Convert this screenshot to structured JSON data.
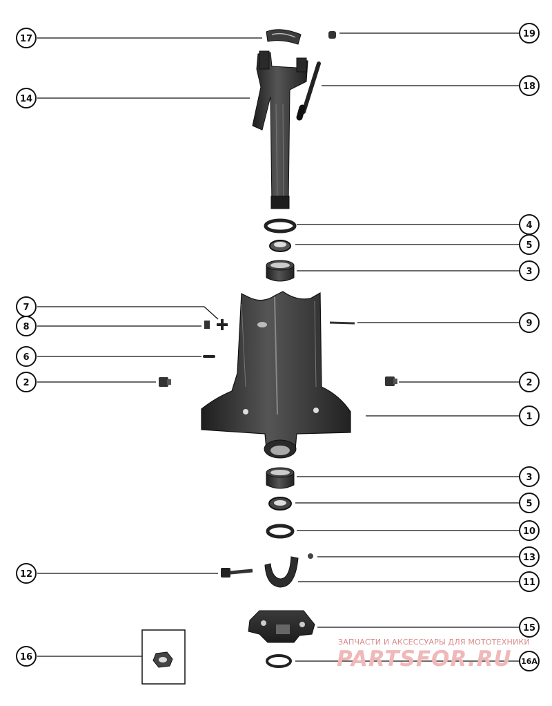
{
  "callouts_left": [
    {
      "id": "c17",
      "label": "17"
    },
    {
      "id": "c14",
      "label": "14"
    },
    {
      "id": "c7",
      "label": "7"
    },
    {
      "id": "c8",
      "label": "8"
    },
    {
      "id": "c6",
      "label": "6"
    },
    {
      "id": "c2l",
      "label": "2"
    },
    {
      "id": "c12",
      "label": "12"
    },
    {
      "id": "c16",
      "label": "16"
    }
  ],
  "callouts_right": [
    {
      "id": "c19",
      "label": "19"
    },
    {
      "id": "c18",
      "label": "18"
    },
    {
      "id": "c4",
      "label": "4"
    },
    {
      "id": "c5a",
      "label": "5"
    },
    {
      "id": "c3a",
      "label": "3"
    },
    {
      "id": "c9",
      "label": "9"
    },
    {
      "id": "c2r",
      "label": "2"
    },
    {
      "id": "c1",
      "label": "1"
    },
    {
      "id": "c3b",
      "label": "3"
    },
    {
      "id": "c5b",
      "label": "5"
    },
    {
      "id": "c10",
      "label": "10"
    },
    {
      "id": "c13",
      "label": "13"
    },
    {
      "id": "c11",
      "label": "11"
    },
    {
      "id": "c15",
      "label": "15"
    },
    {
      "id": "c16a",
      "label": "16A"
    }
  ],
  "watermark": {
    "tagline": "ЗАПЧАСТИ И АКСЕССУАРЫ ДЛЯ МОТОТЕХНИКИ",
    "logo": "PARTSFOR.RU",
    "color": "#d98a8a"
  },
  "colors": {
    "ink": "#111111",
    "part_dark": "#2b2b2b",
    "part_mid": "#555555"
  }
}
